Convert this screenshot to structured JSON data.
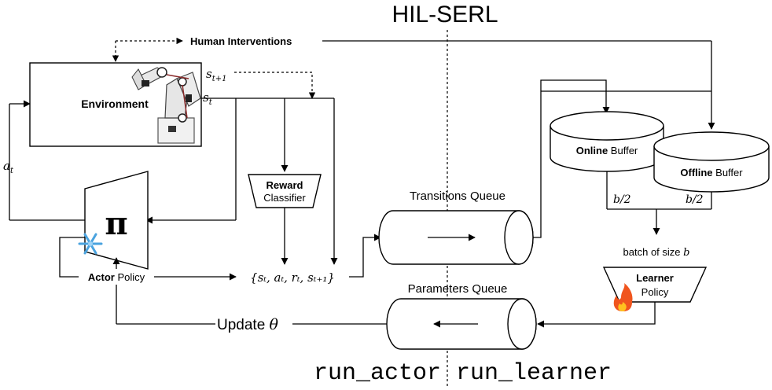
{
  "title": "HIL-SERL",
  "human_interventions": "Human Interventions",
  "environment": "Environment",
  "s_t1": "s",
  "s_t1_sub": "t+1",
  "s_t": "s",
  "s_t_sub": "t",
  "a_t": "a",
  "a_t_sub": "t",
  "reward_classifier": {
    "line1": "Reward",
    "line2": "Classifier"
  },
  "pi_symbol": "π",
  "actor_policy": {
    "bold": "Actor",
    "rest": " Policy"
  },
  "transition_tuple": "{sₜ, aₜ, rₜ, sₜ₊₁}",
  "transitions_queue": "Transitions Queue",
  "parameters_queue": "Parameters Queue",
  "online_buffer": {
    "bold": "Online",
    "rest": " Buffer"
  },
  "offline_buffer": {
    "bold": "Offline",
    "rest": " Buffer"
  },
  "b_half_left": "b/2",
  "b_half_right": "b/2",
  "batch_label": "batch of size ",
  "batch_var": "b",
  "learner": {
    "line1": "Learner",
    "line2": "Policy"
  },
  "update_theta": {
    "text": "Update ",
    "theta": "θ"
  },
  "run_actor": "run_actor",
  "run_learner": "run_learner",
  "icons": {
    "frozen": "snowflake-icon",
    "training": "fire-icon",
    "robot": "robot-arm-icon"
  }
}
